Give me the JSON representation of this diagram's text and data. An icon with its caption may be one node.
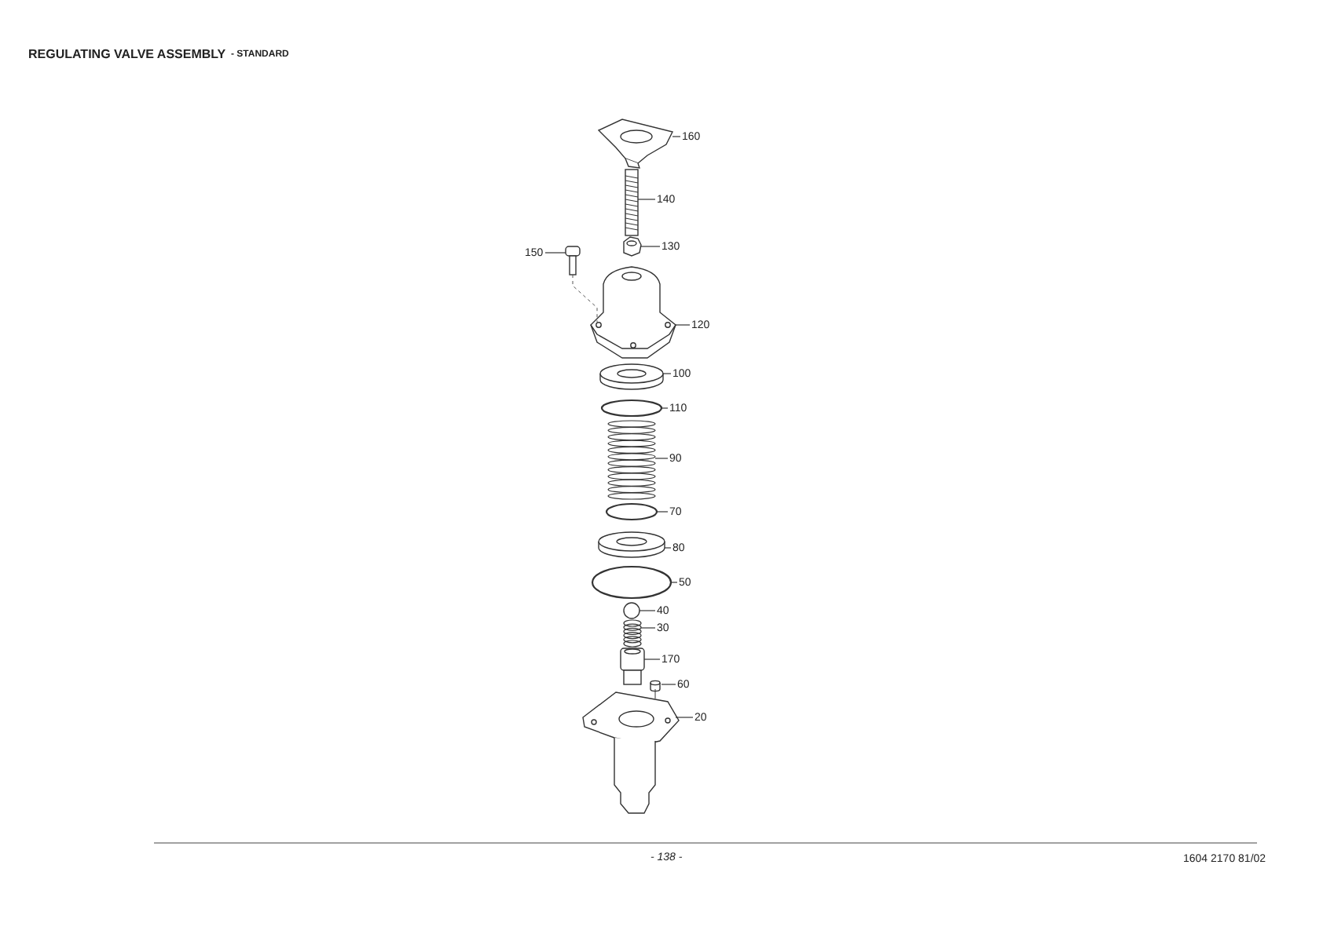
{
  "diagram": {
    "title": "REGULATING VALVE ASSEMBLY",
    "nodes": [
      {
        "text": [
          "160"
        ]
      },
      {
        "text": [
          "140"
        ]
      },
      {
        "text": [
          "130"
        ]
      },
      {
        "text": [
          "150"
        ]
      },
      {
        "text": [
          "120"
        ]
      },
      {
        "text": [
          "100"
        ]
      },
      {
        "text": [
          "110"
        ]
      },
      {
        "text": [
          "90"
        ]
      },
      {
        "text": [
          "70"
        ]
      },
      {
        "text": [
          "80"
        ]
      },
      {
        "text": [
          "50"
        ]
      },
      {
        "text": [
          "40"
        ]
      },
      {
        "text": [
          "30"
        ]
      },
      {
        "text": [
          "170"
        ]
      },
      {
        "text": [
          "60"
        ]
      },
      {
        "text": [
          "20"
        ]
      },
      {
        "text": [],
        "shape": "picture"
      },
      {
        "text": [],
        "shape": "picture"
      },
      {
        "text": [],
        "shape": "picture"
      },
      {
        "text": [],
        "shape": "picture"
      },
      {
        "text": [],
        "shape": "picture"
      },
      {
        "text": [],
        "shape": "picture"
      },
      {
        "text": [],
        "shape": "picture"
      },
      {
        "text": [],
        "shape": "picture"
      },
      {
        "text": [],
        "shape": "picture"
      },
      {
        "text": [],
        "shape": "picture"
      },
      {
        "text": [],
        "shape": "picture"
      },
      {
        "text": [],
        "shape": "picture"
      },
      {
        "text": [],
        "shape": "picture"
      },
      {
        "text": [],
        "shape": "picture"
      },
      {
        "text": [],
        "shape": "picture"
      },
      {
        "text": [],
        "shape": "picture"
      }
    ],
    "edges": [
      {
        "from": 0,
        "to": 16,
        "arrow": "none"
      },
      {
        "from": 1,
        "to": 17,
        "arrow": "none"
      },
      {
        "from": 2,
        "to": 18,
        "arrow": "none"
      },
      {
        "from": 3,
        "to": 19,
        "arrow": "none"
      },
      {
        "from": 4,
        "to": 20,
        "arrow": "none"
      },
      {
        "from": 5,
        "to": 21,
        "arrow": "none"
      },
      {
        "from": 6,
        "to": 22,
        "arrow": "none"
      },
      {
        "from": 7,
        "to": 23,
        "arrow": "none"
      },
      {
        "from": 8,
        "to": 24,
        "arrow": "none"
      },
      {
        "from": 9,
        "to": 25,
        "arrow": "none"
      },
      {
        "from": 10,
        "to": 26,
        "arrow": "none"
      },
      {
        "from": 11,
        "to": 27,
        "arrow": "none"
      },
      {
        "from": 12,
        "to": 28,
        "arrow": "none"
      },
      {
        "from": 13,
        "to": 29,
        "arrow": "none"
      },
      {
        "from": 14,
        "to": 30,
        "arrow": "none"
      },
      {
        "from": 15,
        "to": 31,
        "arrow": "none"
      },
      {
        "from": 19,
        "to": 20,
        "arrow": "none",
        "style": "dashed"
      }
    ],
    "labels": [
      "- STANDARD",
      "- 138 -",
      "1604 2170 81/02"
    ]
  }
}
